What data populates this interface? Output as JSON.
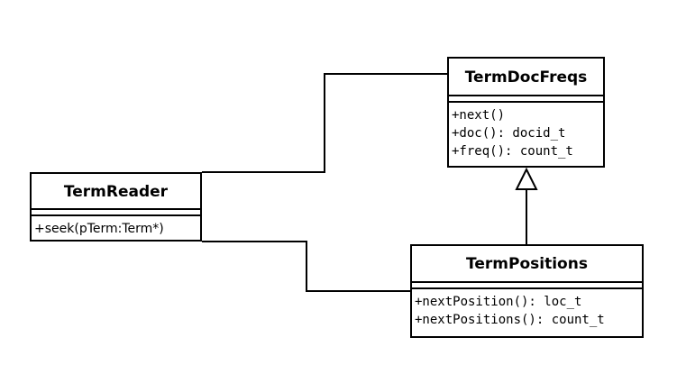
{
  "classes": {
    "termdocfreqs": {
      "name": "TermDocFreqs",
      "operations": [
        "+next()",
        "+doc(): docid_t",
        "+freq(): count_t"
      ]
    },
    "termreader": {
      "name": "TermReader",
      "operations": [
        "+seek(pTerm:Term*)"
      ]
    },
    "termpositions": {
      "name": "TermPositions",
      "operations": [
        "+nextPosition(): loc_t",
        "+nextPositions(): count_t"
      ]
    }
  },
  "relationships": [
    {
      "type": "association",
      "from": "TermReader",
      "to": "TermDocFreqs"
    },
    {
      "type": "association",
      "from": "TermReader",
      "to": "TermPositions"
    },
    {
      "type": "generalization",
      "from": "TermPositions",
      "to": "TermDocFreqs"
    }
  ],
  "colors": {
    "line": "#000000",
    "background": "#ffffff"
  }
}
